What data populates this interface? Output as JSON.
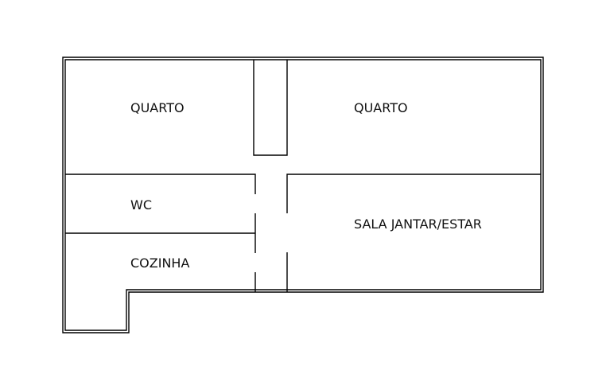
{
  "rooms": [
    {
      "id": "quarto-left",
      "label": "QUARTO"
    },
    {
      "id": "quarto-right",
      "label": "QUARTO"
    },
    {
      "id": "wc",
      "label": "WC"
    },
    {
      "id": "cozinha",
      "label": "COZINHA"
    },
    {
      "id": "sala",
      "label": "SALA JANTAR/ESTAR"
    }
  ],
  "colors": {
    "walls": "#000000",
    "background": "#ffffff"
  }
}
